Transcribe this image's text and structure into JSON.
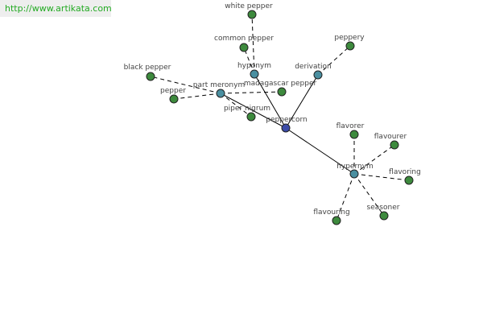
{
  "header": {
    "source_url": "http://www.artikata.com"
  },
  "colors": {
    "center_node": "#3b4ba8",
    "relation_node": "#4a8fa0",
    "word_node": "#3d8a3d",
    "link_text": "#22aa22",
    "banner_bg": "#eeeeee"
  },
  "graph": {
    "center": {
      "id": "peppercorn",
      "label": "peppercorn"
    },
    "relations": [
      {
        "id": "hyponym",
        "label": "hyponym",
        "words": [
          {
            "id": "white-pepper",
            "label": "white pepper"
          },
          {
            "id": "common-pepper",
            "label": "common pepper"
          }
        ]
      },
      {
        "id": "derivation",
        "label": "derivation",
        "words": [
          {
            "id": "peppery",
            "label": "peppery"
          }
        ]
      },
      {
        "id": "part-meronym",
        "label": "part meronym",
        "words": [
          {
            "id": "black-pepper",
            "label": "black pepper"
          },
          {
            "id": "pepper",
            "label": "pepper"
          },
          {
            "id": "madagascar-pepper",
            "label": "madagascar pepper"
          },
          {
            "id": "piper-nigrum",
            "label": "piper nigrum"
          }
        ]
      },
      {
        "id": "hypernym",
        "label": "hypernym",
        "words": [
          {
            "id": "flavorer",
            "label": "flavorer"
          },
          {
            "id": "flavourer",
            "label": "flavourer"
          },
          {
            "id": "flavoring",
            "label": "flavoring"
          },
          {
            "id": "seasoner",
            "label": "seasoner"
          },
          {
            "id": "flavouring",
            "label": "flavouring"
          }
        ]
      }
    ]
  }
}
